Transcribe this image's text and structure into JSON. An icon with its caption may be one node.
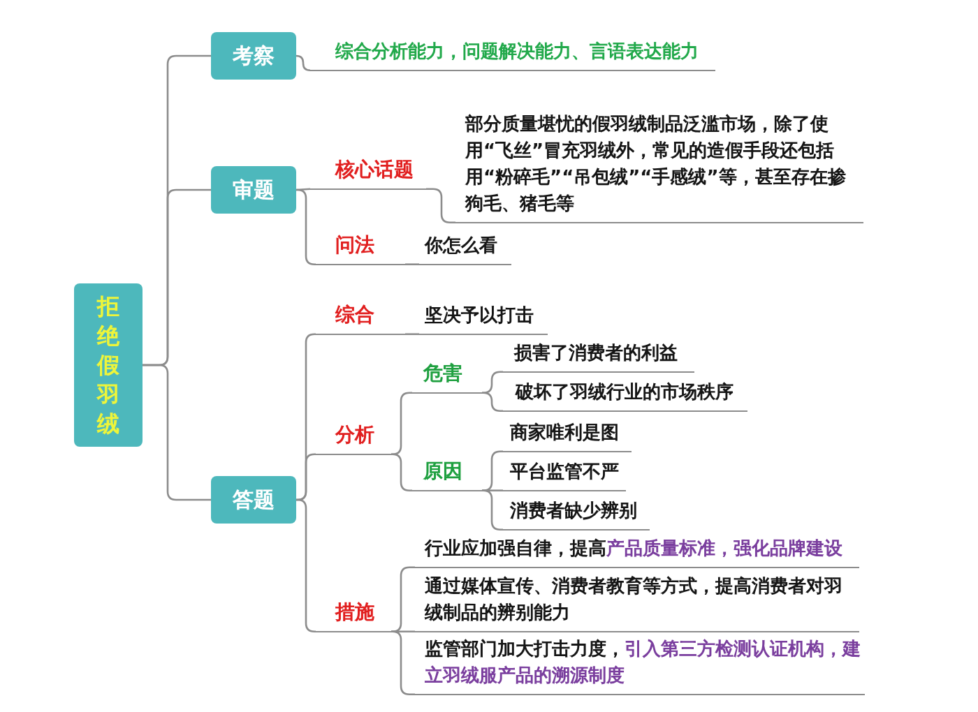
{
  "diagram": {
    "nodes": [
      {
        "text": [
          "拒绝假羽绒"
        ]
      },
      {
        "text": [
          "考察"
        ]
      },
      {
        "text": [
          "综合分析能力，问题解决能力、言语表达能力"
        ]
      },
      {
        "text": [
          "审题"
        ]
      },
      {
        "text": [
          "核心话题"
        ]
      },
      {
        "text": [
          "部分质量堪忧的假羽绒制品泛滥市场，除了使用“飞丝”冒充羽绒外，常见的造假手段还包括用“粉碎毛”“吊包绒”“手感绒”等，甚至存在掺狗毛、猪毛等"
        ]
      },
      {
        "text": [
          "问法"
        ]
      },
      {
        "text": [
          "你怎么看"
        ]
      },
      {
        "text": [
          "答题"
        ]
      },
      {
        "text": [
          "综合"
        ]
      },
      {
        "text": [
          "坚决予以打击"
        ]
      },
      {
        "text": [
          "分析"
        ]
      },
      {
        "text": [
          "危害"
        ]
      },
      {
        "text": [
          "损害了消费者的利益"
        ]
      },
      {
        "text": [
          "破坏了羽绒行业的市场秩序"
        ]
      },
      {
        "text": [
          "原因"
        ]
      },
      {
        "text": [
          "商家唯利是图"
        ]
      },
      {
        "text": [
          "平台监管不严"
        ]
      },
      {
        "text": [
          "消费者缺少辨别"
        ]
      },
      {
        "text": [
          "措施"
        ]
      },
      {
        "text": [
          "行业应加强自律，提高",
          "产品质量标准，强化品牌建设"
        ]
      },
      {
        "text": [
          "通过媒体宣传、消费者教育等方式，提高消费者对羽绒制品的辨别能力"
        ]
      },
      {
        "text": [
          "监管部门加大打击力度，",
          "引入第三方检测认证机构，建立羽绒服产品的溯源制度"
        ]
      }
    ],
    "edges": [
      {
        "from": 0,
        "to": 1,
        "arrow": "none"
      },
      {
        "from": 0,
        "to": 3,
        "arrow": "none"
      },
      {
        "from": 0,
        "to": 8,
        "arrow": "none"
      },
      {
        "from": 1,
        "to": 2,
        "arrow": "none"
      },
      {
        "from": 3,
        "to": 4,
        "arrow": "none"
      },
      {
        "from": 3,
        "to": 6,
        "arrow": "none"
      },
      {
        "from": 4,
        "to": 5,
        "arrow": "none"
      },
      {
        "from": 6,
        "to": 7,
        "arrow": "none"
      },
      {
        "from": 8,
        "to": 9,
        "arrow": "none"
      },
      {
        "from": 8,
        "to": 11,
        "arrow": "none"
      },
      {
        "from": 8,
        "to": 19,
        "arrow": "none"
      },
      {
        "from": 9,
        "to": 10,
        "arrow": "none"
      },
      {
        "from": 11,
        "to": 12,
        "arrow": "none"
      },
      {
        "from": 11,
        "to": 15,
        "arrow": "none"
      },
      {
        "from": 12,
        "to": 13,
        "arrow": "none"
      },
      {
        "from": 12,
        "to": 14,
        "arrow": "none"
      },
      {
        "from": 15,
        "to": 16,
        "arrow": "none"
      },
      {
        "from": 15,
        "to": 17,
        "arrow": "none"
      },
      {
        "from": 15,
        "to": 18,
        "arrow": "none"
      },
      {
        "from": 19,
        "to": 20,
        "arrow": "none"
      },
      {
        "from": 19,
        "to": 21,
        "arrow": "none"
      },
      {
        "from": 19,
        "to": 22,
        "arrow": "none"
      }
    ]
  }
}
